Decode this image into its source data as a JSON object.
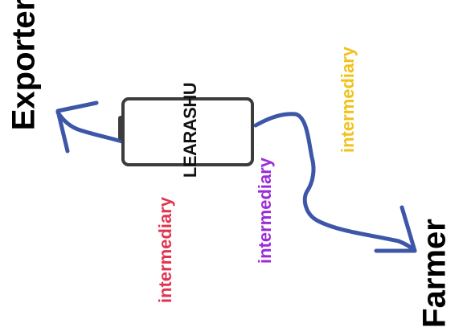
{
  "labels": {
    "exporter": "Exporter",
    "farmer": "Farmer",
    "device_brand": "LEARASHU"
  },
  "intermediaries": [
    {
      "text": "intermediary",
      "color": "#e0334f"
    },
    {
      "text": "intermediary",
      "color": "#9b2bd6"
    },
    {
      "text": "intermediary",
      "color": "#f1c21a"
    }
  ],
  "colors": {
    "arrow": "#3d56a8",
    "phone_frame": "#3c3c3c",
    "label": "#000000"
  }
}
